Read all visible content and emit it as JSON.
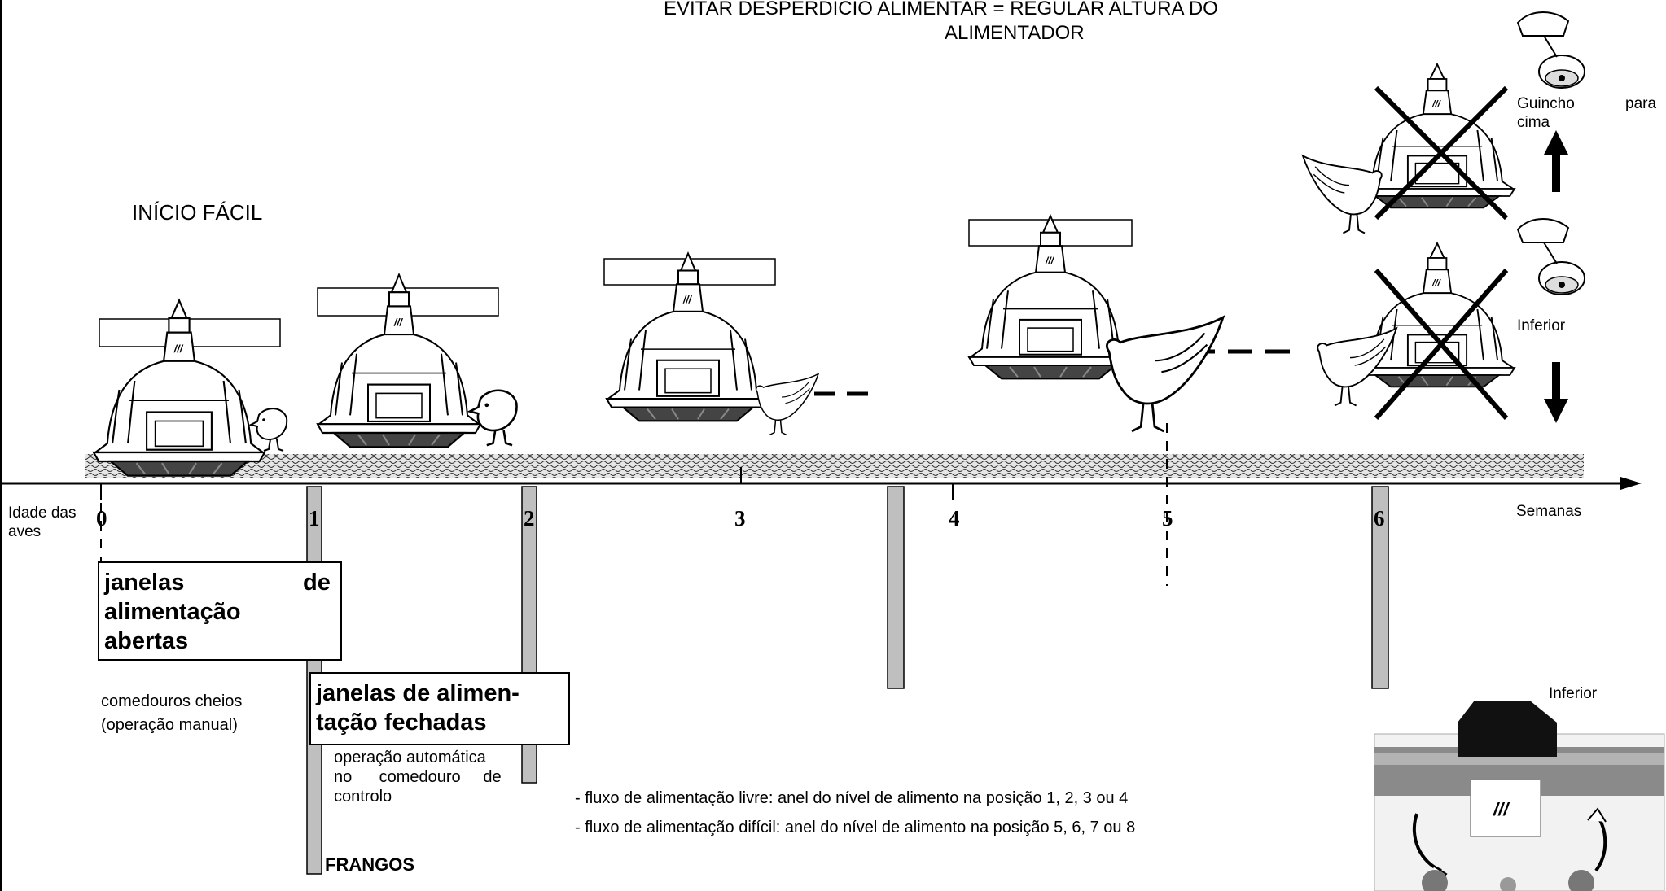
{
  "title_line1": "EVITAR DESPERDÍCIO ALIMENTAR = REGULAR ALTURA DO",
  "title_line2": "ALIMENTADOR",
  "start_label": "INÍCIO FÁCIL",
  "axis": {
    "left_label_1": "Idade das",
    "left_label_2": "aves",
    "right_label": "Semanas",
    "ticks": [
      "0",
      "1",
      "2",
      "3",
      "4",
      "5",
      "6"
    ]
  },
  "box_open": {
    "line1_a": "janelas",
    "line1_b": "de",
    "line2": "alimentação",
    "line3": "abertas"
  },
  "box_closed": {
    "line1": "janelas de alimen-",
    "line2": "tação fechadas"
  },
  "notes": {
    "full_feeders_1": "comedouros cheios",
    "full_feeders_2": "(operação manual)",
    "auto_1": "operação automática",
    "auto_2": "no      comedouro     de",
    "auto_3": "controlo",
    "broilers": "FRANGOS",
    "flow_free": "- fluxo de alimentação livre: anel do nível de alimento na posição 1, 2, 3 ou 4",
    "flow_hard": "- fluxo de alimentação difícil: anel do nível de alimento na posição 5, 6, 7 ou 8"
  },
  "winch": {
    "up_1a": "Guincho",
    "up_1b": "para",
    "up_2": "cima",
    "lower": "Inferior",
    "photo_label": "Inferior"
  },
  "colors": {
    "bar_fill": "#bfbfbf",
    "ground_fill": "#dcdcdc",
    "ink": "#000000"
  }
}
